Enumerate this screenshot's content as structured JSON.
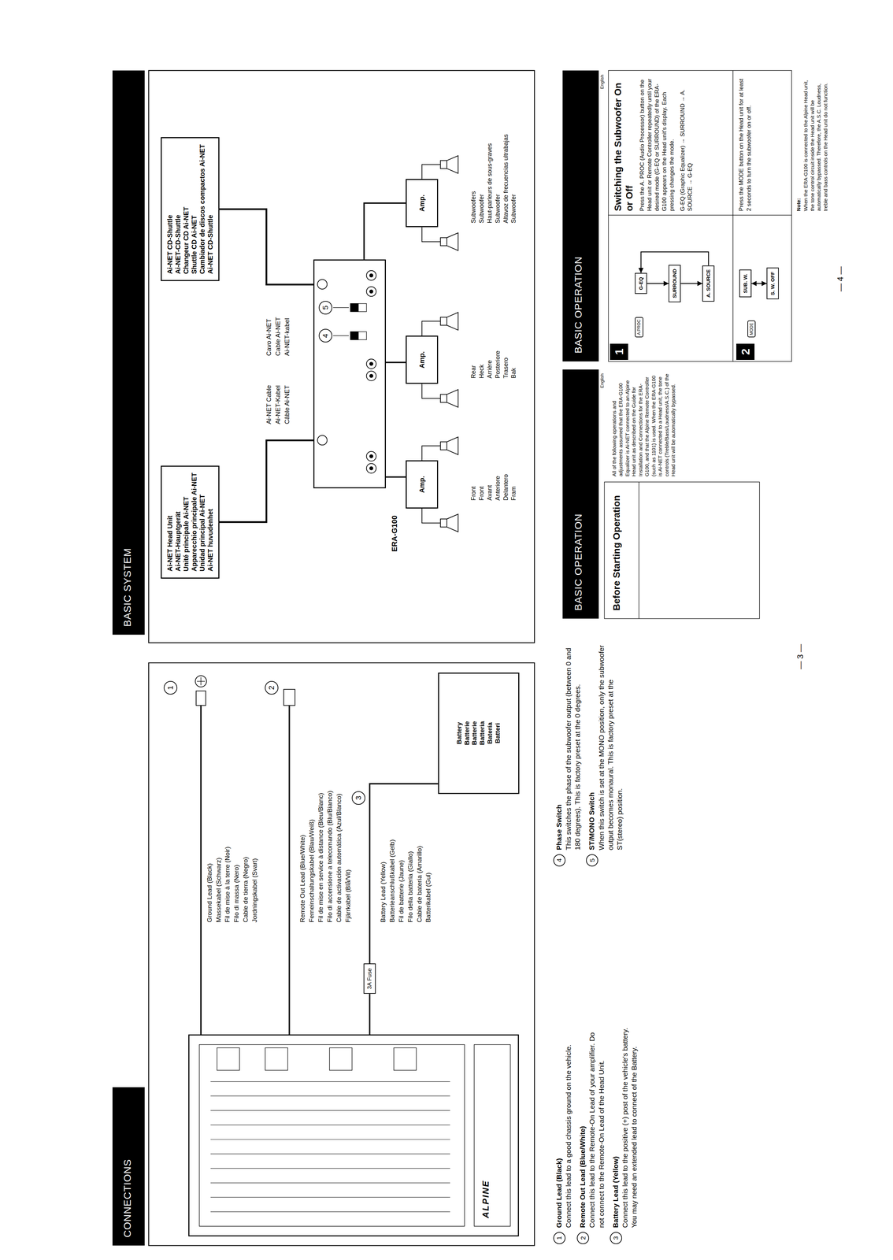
{
  "diagram": {
    "nodes": [
      {
        "text": [
          "3A Fuse"
        ]
      },
      {
        "text": [
          "Battery",
          "Batterie",
          "Batterie",
          "Batteria",
          "Batería",
          "Batteri"
        ]
      },
      {
        "text": [
          "Ai-NET Head Unit",
          "Ai-NET-Hauptgerät",
          "Unité principale Ai-NET",
          "Apparecchio principale Ai-NET",
          "Unidad principal Ai-NET",
          "Ai-NET huvudenhet"
        ]
      },
      {
        "text": [
          "Ai-NET CD-Shuttle",
          "Ai-NET-CD-Shuttle",
          "Changeur CD Ai-NET",
          "Shuttle CD Ai-NET",
          "Cambiador de discos compactos Ai-NET",
          "Ai-NET CD-Shuttle"
        ]
      },
      {
        "text": [
          "ERA-G100"
        ]
      },
      {
        "text": [
          "Amp."
        ]
      },
      {
        "text": [
          "Amp."
        ]
      },
      {
        "text": [
          "Amp."
        ]
      },
      {
        "text": [
          "A.PROC"
        ]
      },
      {
        "text": [
          "G-EQ"
        ]
      },
      {
        "text": [
          "SURROUND"
        ]
      },
      {
        "text": [
          "A. SOURCE"
        ]
      },
      {
        "text": [
          "MODE"
        ]
      },
      {
        "text": [
          "SUB. W."
        ]
      },
      {
        "text": [
          "S. W. OFF"
        ]
      }
    ],
    "edges": [
      {
        "from": 0,
        "to": 1,
        "arrow": "none"
      },
      {
        "from": 2,
        "to": 4,
        "arrow": "none"
      },
      {
        "from": 3,
        "to": 4,
        "arrow": "none"
      },
      {
        "from": 4,
        "to": 5,
        "arrow": "none"
      },
      {
        "from": 4,
        "to": 6,
        "arrow": "none"
      },
      {
        "from": 4,
        "to": 7,
        "arrow": "none"
      },
      {
        "from": 9,
        "to": 10,
        "arrow": "to"
      },
      {
        "from": 10,
        "to": 11,
        "arrow": "to"
      },
      {
        "from": 11,
        "to": 9,
        "arrow": "to"
      },
      {
        "from": 13,
        "to": 14,
        "arrow": "both"
      }
    ],
    "labels": [
      "CONNECTIONS",
      "BASIC SYSTEM",
      "1",
      "Ground Lead (Black)",
      "Massekabel (Schwarz)",
      "Fil de mise à la terre (Noir)",
      "Filo di massa (Nero)",
      "Cable de tierra (Negro)",
      "Jordningskabel (Svart)",
      "2",
      "Remote Out Lead (Blue/White)",
      "Ferneinschaltungskabel (Blau/Weiß)",
      "Fil de mise en service à distance (Bleu/Blanc)",
      "Filo di accensione a telecomando (Blu/Bianco)",
      "Cable de activación automática (Azul/Blanco)",
      "Fjärrkabel (Blå/Vit)",
      "3",
      "Battery Lead (Yellow)",
      "Batterieanschlußkabel (Gelb)",
      "Fil de batterie (Jaune)",
      "Filo della batteria (Giallo)",
      "Cable de batería (Amarillo)",
      "Batterikabel (Gul)",
      "ALPINE",
      "Ai-NET Cable",
      "Ai-NET-Kabel",
      "Câble Ai-NET",
      "Cavo Ai-NET",
      "Cable Ai-NET",
      "Ai-NET-kabel",
      "4",
      "5",
      "Front",
      "Front",
      "Avant",
      "Anteriore",
      "Delantero",
      "Fram",
      "Rear",
      "Heck",
      "Arrière",
      "Posteriore",
      "Trasero",
      "Bak",
      "Subwoofers",
      "Subwoofer",
      "Haut-parleurs de sous-graves",
      "Subwoofer",
      "Altavoz de frecuencias ultrabajas",
      "Subwoofer",
      "1",
      "Ground Lead (Black)",
      "Connect this lead to a good chassis ground on the vehicle.",
      "2",
      "Remote Out Lead (Blue/White)",
      "Connect this lead to the Remote-On Lead of your amplifier. Do not connect to the Remote-On Lead of the Head Unit.",
      "3",
      "Battery Lead (Yellow)",
      "Connect this lead to the positive (+) post of the vehicle's battery. You may need an extended lead to connect of the Battery.",
      "4",
      "Phase Switch",
      "This switches the phase of the subwoofer output (between 0 and 180 degrees). This is factory preset at the 0 degrees.",
      "5",
      "ST/MONO Switch",
      "When this switch is set at the MONO position, only the subwoofer output becomes monaural. This is factory preset at the ST(stereo) position.",
      "— 3 —",
      "BASIC OPERATION",
      "English",
      "Before Starting Operation",
      "All of the following operations and adjustments assumed that the ERA-G100 Equalizer is Ai-NET connected to an Alpine Head unit as described on the Guide for Installation and Connections for the ERA-G100, and that the Alpine Remote Controller (such as 1101) is used. When the ERA-G100 is Ai-NET connected to a Head unit, the tone controls (Treble/Bass/Loudness/A.S.C.) of the Head unit will be automatically bypassed.",
      "BASIC OPERATION",
      "English",
      "1",
      "Switching the Subwoofer On or Off",
      "Press the A. PROC (Audio Processor) button on the Head unit or Remote Controller repeatedly until your desired mode (G-EQ or SURROUND) of the ERA-G100 appears on the Head unit's display. Each pressing changes the mode.",
      "G-EQ (Graphic Equalizer) → SURROUND → A. SOURCE → G-EQ",
      "2",
      "Press the MODE button on the Head unit for at least 2 seconds to turn the subwoofer on or off.",
      "Note:",
      "When the ERA-G100 is connected to the Alpine Head unit, the tone control circuit inside the Head unit will be automatically bypassed. Therefore, the A.S.C. Loudness, treble and bass controls on the Head unit do not function.",
      "— 4 —"
    ]
  }
}
